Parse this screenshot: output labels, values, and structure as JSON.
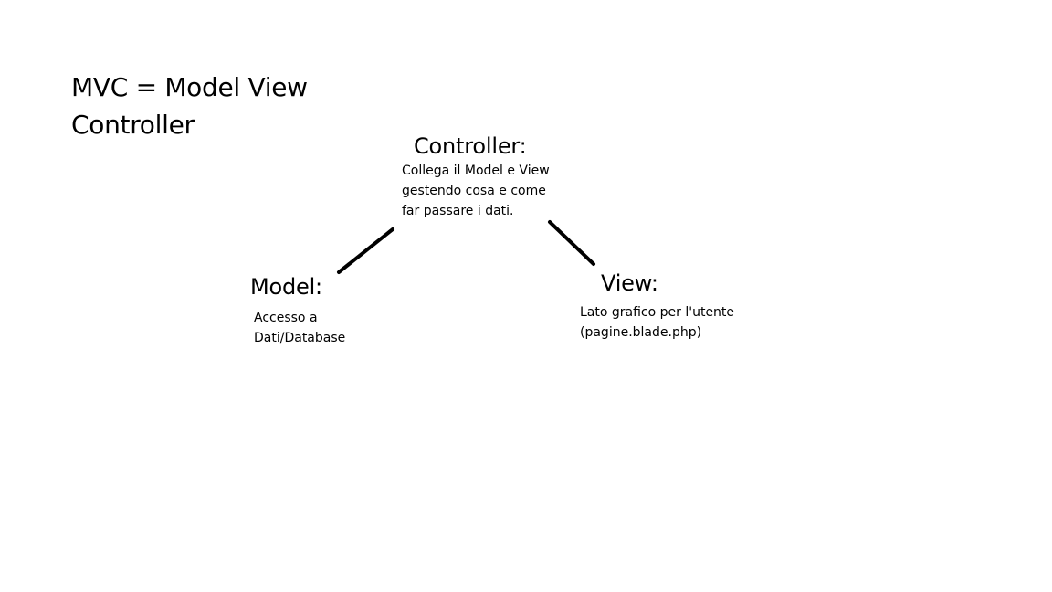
{
  "title": {
    "line1": "MVC = Model View",
    "line2": "Controller"
  },
  "controller": {
    "heading": "Controller:",
    "description": [
      "Collega il Model e View",
      "gestendo cosa e come",
      "far passare i dati."
    ]
  },
  "model": {
    "heading": "Model:",
    "description": [
      "Accesso a",
      "Dati/Database"
    ]
  },
  "view": {
    "heading": "View:",
    "description": [
      "Lato grafico per l'utente",
      "(pagine.blade.php)"
    ]
  },
  "colors": {
    "text": "#000000",
    "line": "#000000",
    "background": "#ffffff"
  }
}
